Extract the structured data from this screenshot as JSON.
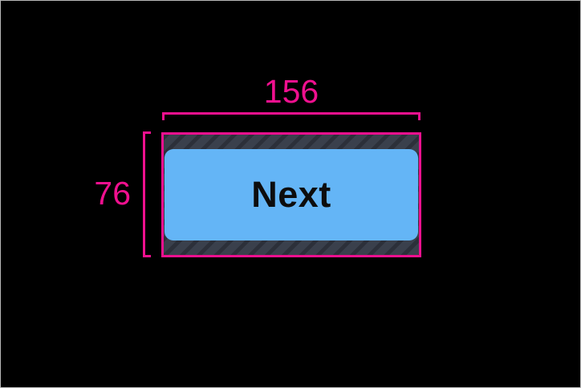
{
  "overlay": {
    "width_label": "156",
    "height_label": "76"
  },
  "screen": {
    "button_label": "Next"
  },
  "colors": {
    "stage-bg": "#000000",
    "frame-border": "#b9b9b9",
    "measure": "#f0108f",
    "button-bg": "#64b5f6",
    "button-text": "#0d0d0d",
    "hatch-bg": "#3a404c",
    "hatch-stripe": "#2c303a"
  }
}
